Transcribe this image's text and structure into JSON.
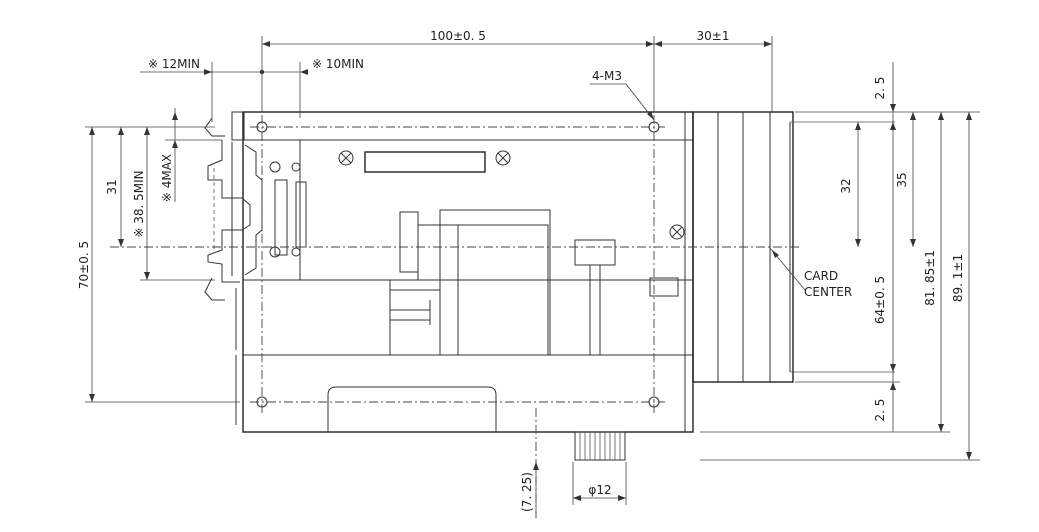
{
  "dimensions": {
    "top_width": "100±0. 5",
    "top_ext": "30±1",
    "min12": "※ 12MIN",
    "min10": "※ 10MIN",
    "holes": "4-M3",
    "d2_5_top": "2. 5",
    "d2_5_bot": "2. 5",
    "d32": "32",
    "d35": "35",
    "d64": "64±0. 5",
    "d81": "81. 85±1",
    "d89": "89. 1±1",
    "d70": "70±0. 5",
    "d31": "31",
    "d38": "※ 38. 5MIN",
    "d4max": "※ 4MAX",
    "d725": "(7. 25)",
    "phi12": "φ12",
    "card_center_1": "CARD",
    "card_center_2": "CENTER"
  }
}
